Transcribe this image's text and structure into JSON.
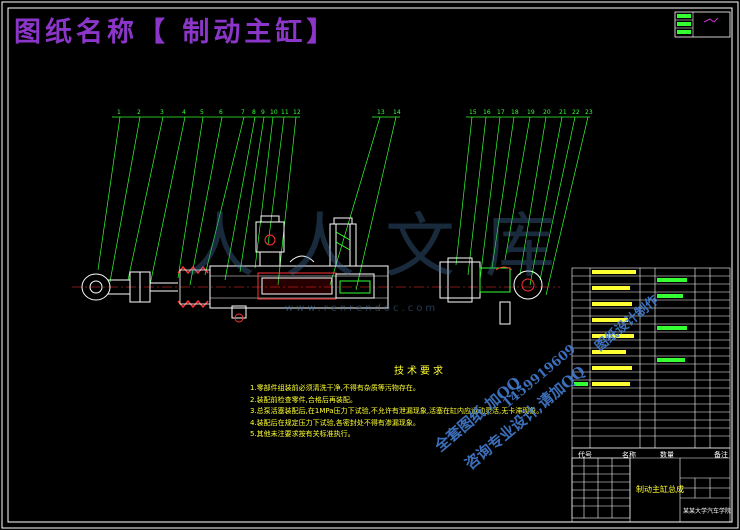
{
  "drawing": {
    "title": "图纸名称【 制动主缸】",
    "balloons": [
      "1",
      "2",
      "3",
      "4",
      "5",
      "6",
      "7",
      "8",
      "9",
      "10",
      "11",
      "12",
      "13",
      "14",
      "15",
      "16",
      "17",
      "18",
      "19",
      "20",
      "21",
      "22",
      "23"
    ]
  },
  "technical_requirements": {
    "heading": "技术要求",
    "lines": [
      "1.零部件组装前必须清洗干净,不得有杂质等污物存在。",
      "2.装配前检查零件,合格后再装配。",
      "3.总泵活塞装配后,在1MPa压力下试验,不允许有泄漏现象,活塞在缸内应运动灵活,无卡滞现象。",
      "4.装配后在规定压力下试验,各密封处不得有渗漏现象。",
      "5.其他未注要求按有关标准执行。"
    ]
  },
  "title_block": {
    "part_name": "制动主缸总成",
    "code_header": "代号",
    "name_header": "名称",
    "qty_header": "数量",
    "remark_header": "备注",
    "school": "某某大学汽车学院"
  },
  "watermark": {
    "logo_text": "人人文库",
    "url": "www.renrendoc.com",
    "line1": "全套图纸,加QQ",
    "line2": "咨询专业设计,请加QQ",
    "line3": "1459919609",
    "line4": "图纸设计制作"
  }
}
